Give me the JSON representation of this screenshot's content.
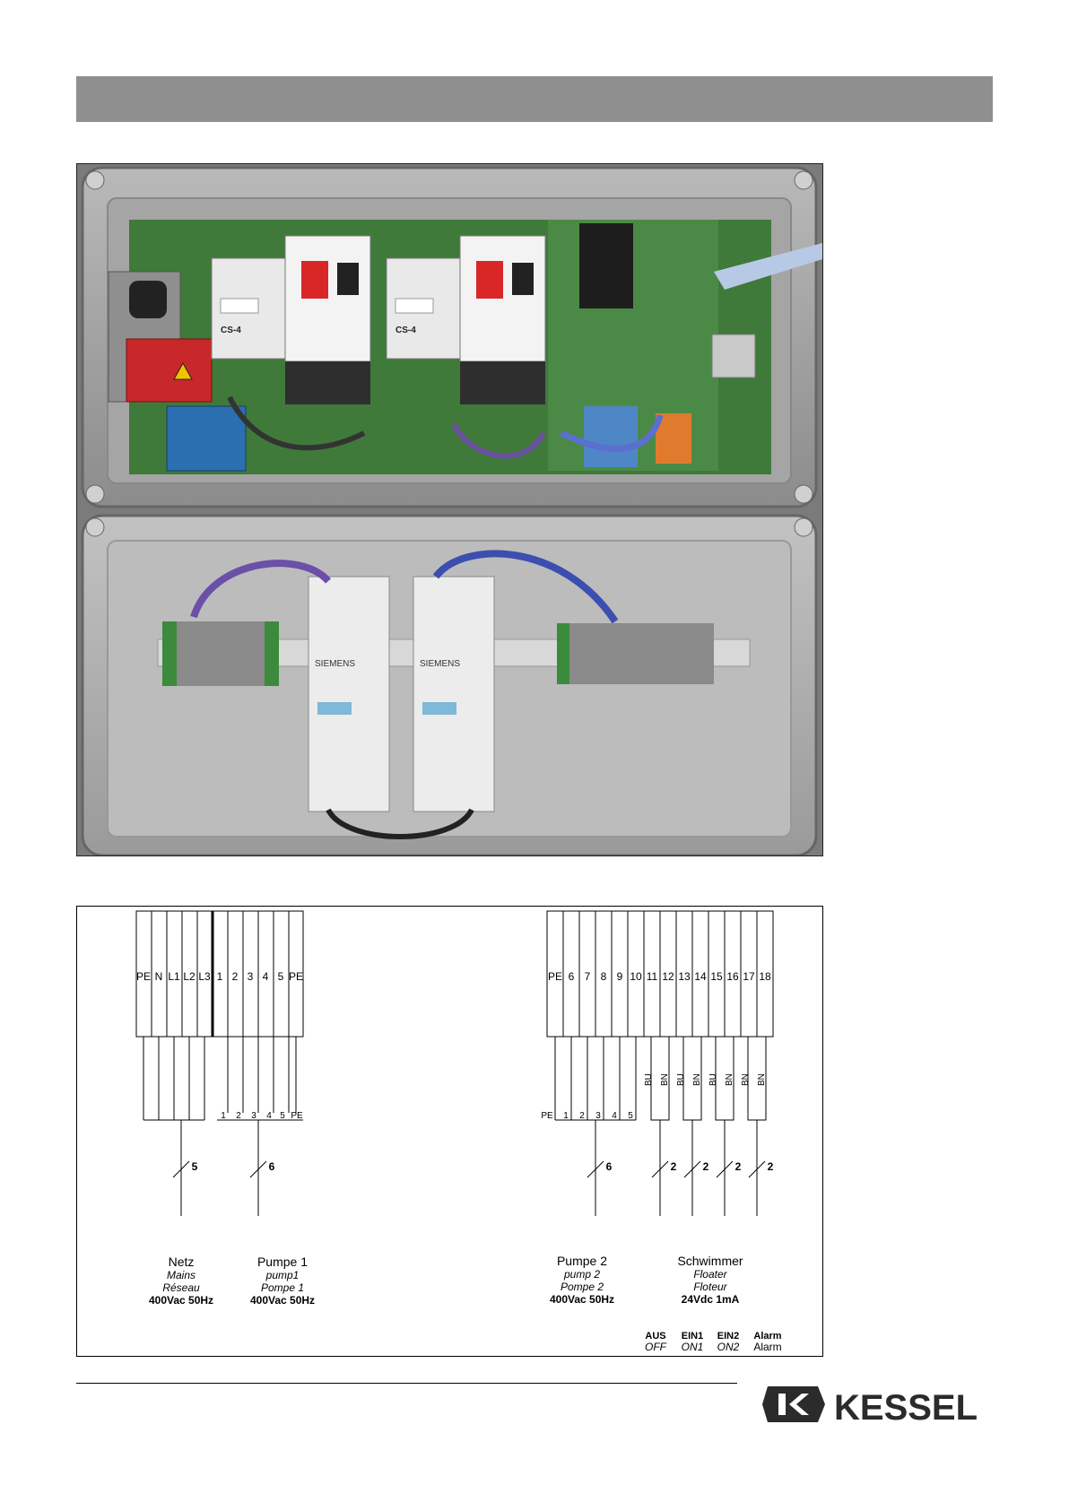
{
  "colors": {
    "header_bar": "#8f8f8f",
    "logo": "#2b2b2b"
  },
  "diagram": {
    "left_terminals": [
      "PE",
      "N",
      "L1",
      "L2",
      "L3",
      "1",
      "2",
      "3",
      "4",
      "5",
      "PE"
    ],
    "right_terminals": [
      "PE",
      "6",
      "7",
      "8",
      "9",
      "10",
      "11",
      "12",
      "13",
      "14",
      "15",
      "16",
      "17",
      "18"
    ],
    "pump1_cable_terminals": [
      "1",
      "2",
      "3",
      "4",
      "5",
      "PE"
    ],
    "pump2_cable_terminals": [
      "PE",
      "1",
      "2",
      "3",
      "4",
      "5"
    ],
    "wire_colors": [
      "BU",
      "BN",
      "BU",
      "BN",
      "BU",
      "BN",
      "BN",
      "BN"
    ],
    "cable_counts": [
      "5",
      "6",
      "6",
      "2",
      "2",
      "2",
      "2"
    ],
    "groups": [
      {
        "title": "Netz",
        "sub1": "Mains",
        "sub2": "Réseau",
        "spec": "400Vac 50Hz"
      },
      {
        "title": "Pumpe 1",
        "sub1": "pump1",
        "sub2": "Pompe 1",
        "spec": "400Vac 50Hz"
      },
      {
        "title": "Pumpe 2",
        "sub1": "pump 2",
        "sub2": "Pompe 2",
        "spec": "400Vac 50Hz"
      },
      {
        "title": "Schwimmer",
        "sub1": "Floater",
        "sub2": "Floteur",
        "spec": "24Vdc 1mA"
      }
    ],
    "float_states": [
      {
        "de": "AUS",
        "en": "OFF"
      },
      {
        "de": "EIN1",
        "en": "ON1"
      },
      {
        "de": "EIN2",
        "en": "ON2"
      },
      {
        "de": "Alarm",
        "en": "Alarm"
      }
    ]
  },
  "photo": {
    "device_labels": [
      "CS-4",
      "CS-4",
      "SIEMENS",
      "SIEMENS"
    ]
  },
  "logo": {
    "text": "KESSEL"
  }
}
